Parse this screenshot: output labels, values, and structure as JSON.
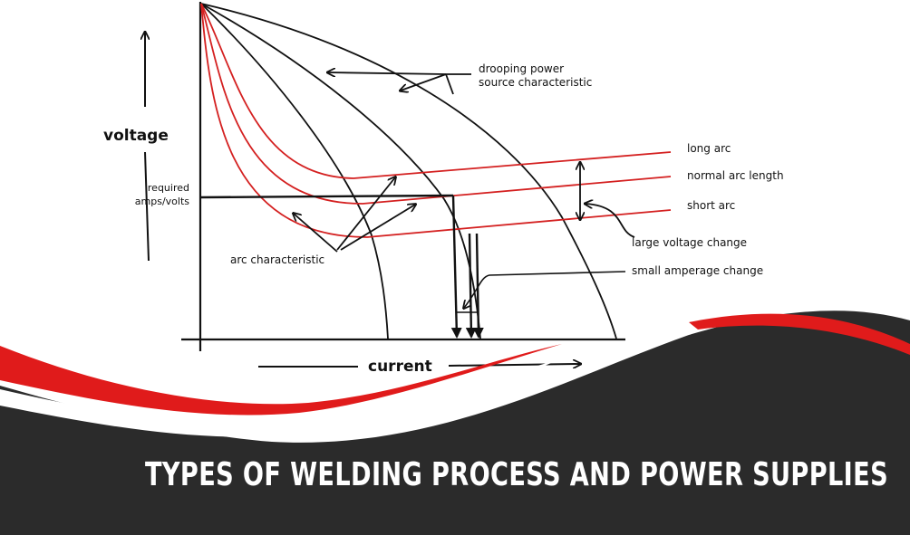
{
  "labels": {
    "voltage": "voltage",
    "required_line1": "required",
    "required_line2": "amps/volts",
    "current": "current",
    "drooping_line1": "drooping power",
    "drooping_line2": "source characteristic",
    "arc_characteristic": "arc characteristic",
    "long_arc": "long arc",
    "normal_arc_length": "normal arc length",
    "short_arc": "short arc",
    "large_voltage_change": "large voltage change",
    "small_amperage_change": "small amperage change"
  },
  "banner": {
    "title": "TYPES OF WELDING PROCESS AND POWER SUPPLIES"
  },
  "colors": {
    "ink": "#111111",
    "arc_red": "#d42020",
    "banner_dark": "#2b2b2b",
    "banner_red": "#e01b1b",
    "title_text": "#ffffff"
  }
}
